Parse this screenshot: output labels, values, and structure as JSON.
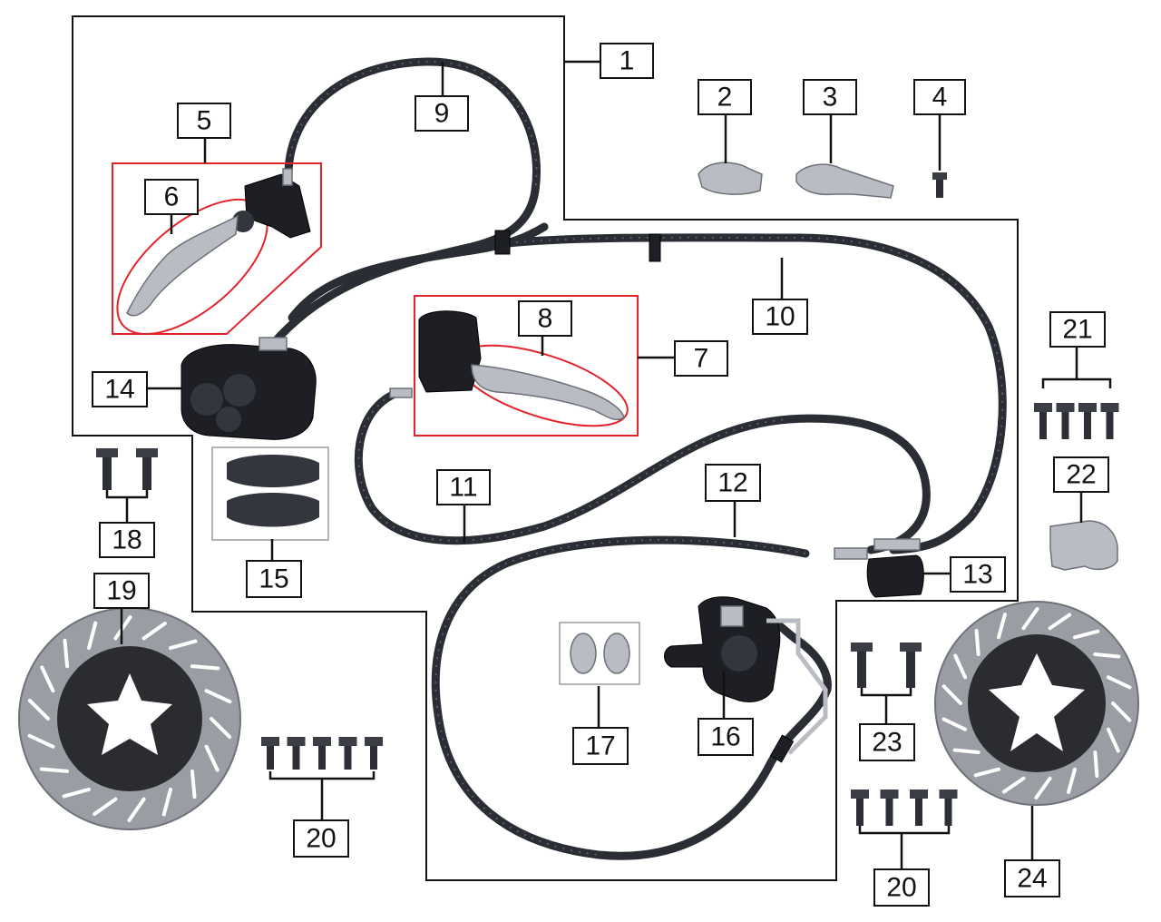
{
  "callouts": [
    {
      "id": "1",
      "label": "1"
    },
    {
      "id": "2",
      "label": "2"
    },
    {
      "id": "3",
      "label": "3"
    },
    {
      "id": "4",
      "label": "4"
    },
    {
      "id": "5",
      "label": "5"
    },
    {
      "id": "6",
      "label": "6"
    },
    {
      "id": "7",
      "label": "7"
    },
    {
      "id": "8",
      "label": "8"
    },
    {
      "id": "9",
      "label": "9"
    },
    {
      "id": "10",
      "label": "10"
    },
    {
      "id": "11",
      "label": "11"
    },
    {
      "id": "12",
      "label": "12"
    },
    {
      "id": "13",
      "label": "13"
    },
    {
      "id": "14",
      "label": "14"
    },
    {
      "id": "15",
      "label": "15"
    },
    {
      "id": "16",
      "label": "16"
    },
    {
      "id": "17",
      "label": "17"
    },
    {
      "id": "18",
      "label": "18"
    },
    {
      "id": "19",
      "label": "19"
    },
    {
      "id": "20a",
      "label": "20"
    },
    {
      "id": "20b",
      "label": "20"
    },
    {
      "id": "21",
      "label": "21"
    },
    {
      "id": "22",
      "label": "22"
    },
    {
      "id": "23",
      "label": "23"
    },
    {
      "id": "24",
      "label": "24"
    }
  ],
  "colors": {
    "callout_border": "#111111",
    "highlight_frame": "#e3232b",
    "hose": "#2a2d33",
    "disc_ring": "#9a9da3",
    "disc_hub": "#2b2c30"
  }
}
